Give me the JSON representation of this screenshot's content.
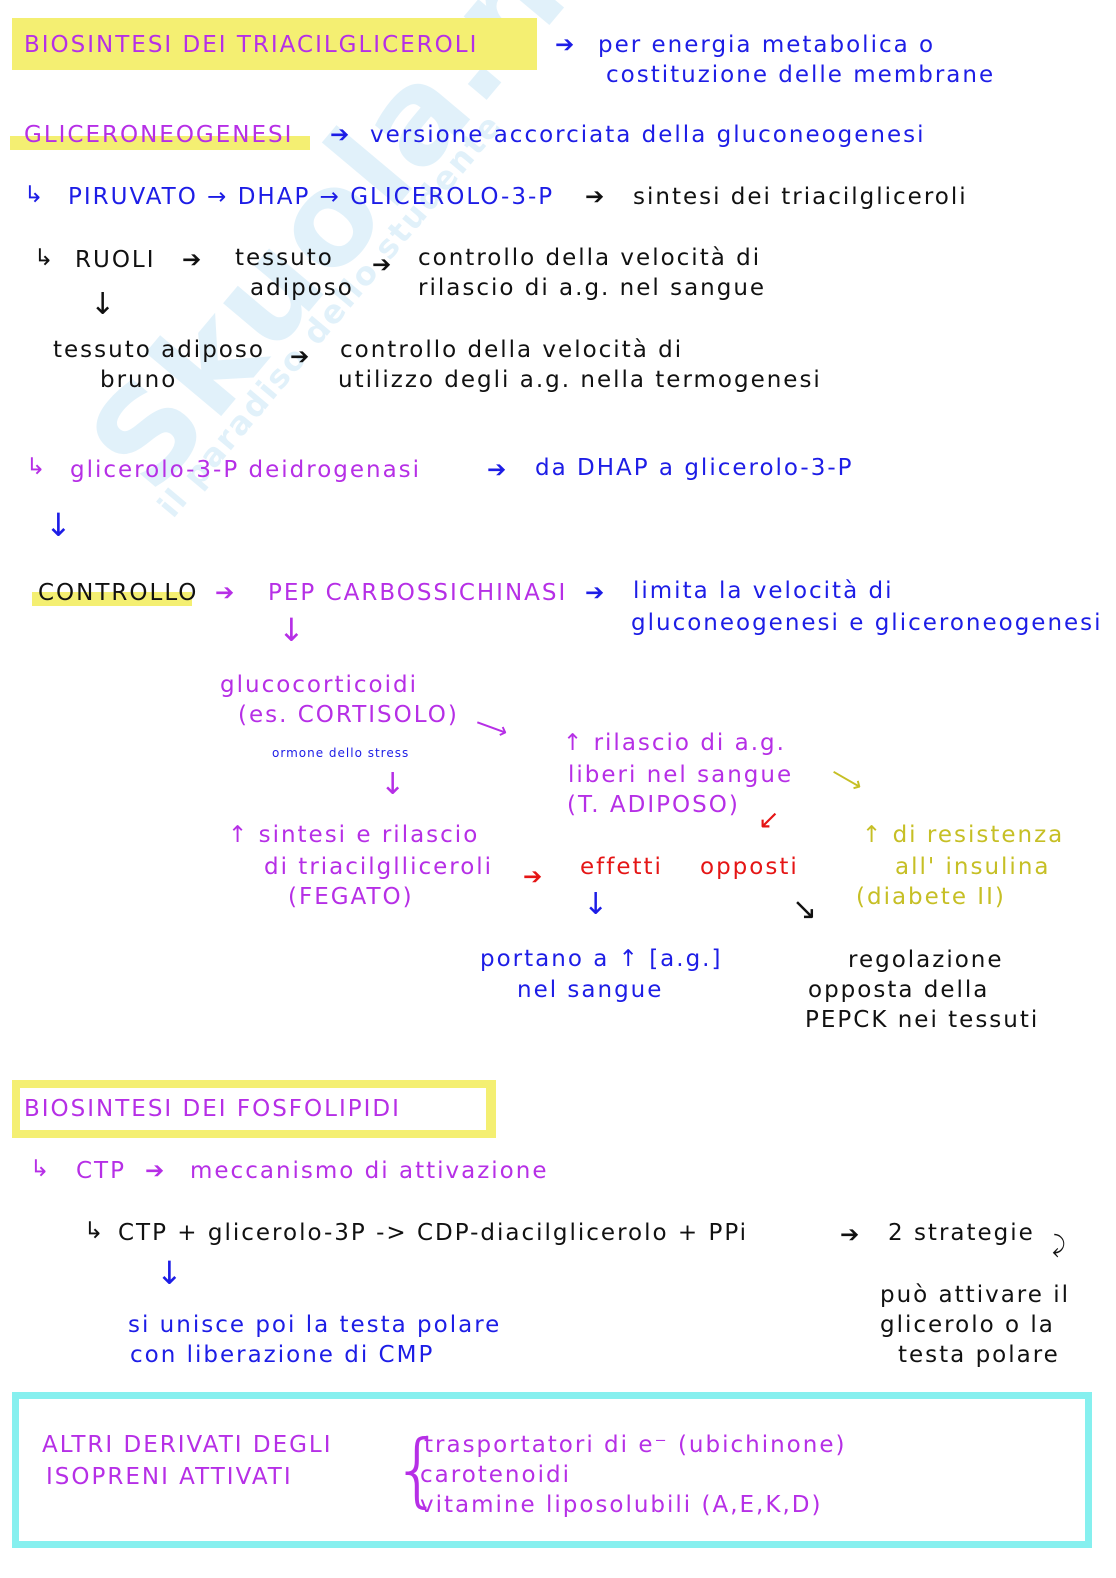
{
  "watermark": {
    "logo": "Skuola.net",
    "tagline": "il paradiso dello studente"
  },
  "s1": {
    "title": "BIOSINTESI DEI TRIACILGLICEROLI",
    "desc1": "per energia metabolica o",
    "desc2": "costituzione delle membrane"
  },
  "s2": {
    "title": "GLICERONEOGENESI",
    "desc": "versione accorciata della gluconeogenesi",
    "path": "PIRUVATO → DHAP → GLICEROLO-3-P",
    "path_result": "sintesi dei triacilgliceroli",
    "ruoli": "RUOLI",
    "tess1a": "tessuto",
    "tess1b": "adiposo",
    "ctrl1a": "controllo della velocità di",
    "ctrl1b": "rilascio di a.g. nel sangue",
    "tess2a": "tessuto adiposo",
    "tess2b": "bruno",
    "ctrl2a": "controllo della velocità di",
    "ctrl2b": "utilizzo degli a.g. nella termogenesi",
    "enzyme": "glicerolo-3-P deidrogenasi",
    "enzyme_result": "da DHAP a glicerolo-3-P"
  },
  "s3": {
    "controllo": "CONTROLLO",
    "pepck": "PEP CARBOSSICHINASI",
    "limit1": "limita la velocità di",
    "limit2": "gluconeogenesi e gliceroneogenesi",
    "gluco1": "glucocorticoidi",
    "gluco2": "(es. CORTISOLO)",
    "stress": "ormone dello stress",
    "ril1": "↑ rilascio di a.g.",
    "ril2": "liberi nel sangue",
    "ril3": "(T. ADIPOSO)",
    "sint1": "↑  sintesi e rilascio",
    "sint2": "di triacilglliceroli",
    "sint3": "(FEGATO)",
    "effetti": "effetti",
    "opposti": "opposti",
    "ins1": "↑ di resistenza",
    "ins2": "all' insulina",
    "ins3": "(diabete II)",
    "port1": "portano a ↑ [a.g.]",
    "port2": "nel sangue",
    "reg1": "regolazione",
    "reg2": "opposta della",
    "reg3": "PEPCK nei tessuti"
  },
  "s4": {
    "title": "BIOSINTESI DEI FOSFOLIPIDI",
    "ctp": "CTP",
    "ctp_desc": "meccanismo di attivazione",
    "reaction": "CTP + glicerolo-3P -> CDP-diacilglicerolo + PPi",
    "strategie": "2 strategie",
    "unisce1": "si unisce poi la testa polare",
    "unisce2": "con liberazione di CMP",
    "attiva1": "può attivare il",
    "attiva2": "glicerolo o la",
    "attiva3": "testa polare"
  },
  "s5": {
    "title1": "ALTRI DERIVATI DEGLI",
    "title2": "ISOPRENI ATTIVATI",
    "item1": "trasportatori di e⁻ (ubichinone)",
    "item2": "carotenoidi",
    "item3": "vitamine liposolubili (A,E,K,D)"
  }
}
